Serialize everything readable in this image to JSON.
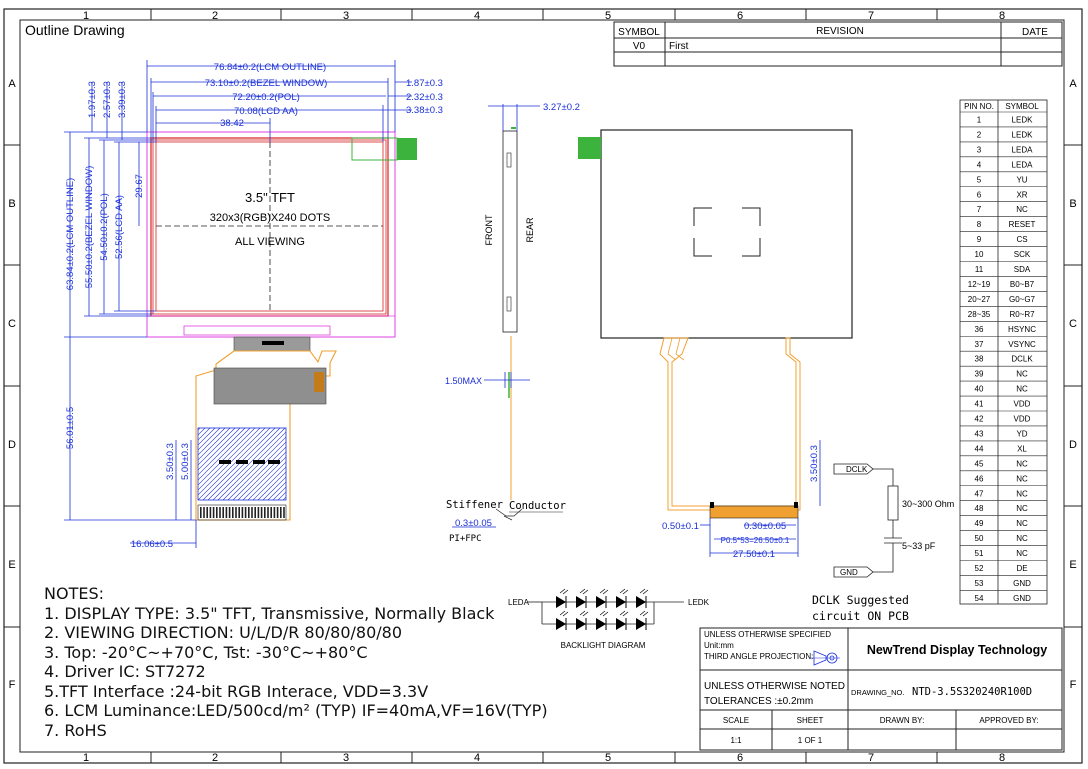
{
  "title": "Outline Drawing",
  "grid": {
    "cols": [
      "1",
      "2",
      "3",
      "4",
      "5",
      "6",
      "7",
      "8"
    ],
    "rows": [
      "A",
      "B",
      "C",
      "D",
      "E",
      "F"
    ]
  },
  "revision": {
    "headers": {
      "symbol": "SYMBOL",
      "revision": "REVISION",
      "date": "DATE"
    },
    "rows": [
      {
        "symbol": "V0",
        "revision": "First",
        "date": ""
      }
    ]
  },
  "front_view": {
    "main_text": "3.5\" TFT",
    "dots": "320x3(RGB)X240 DOTS",
    "viewing": "ALL VIEWING",
    "dims": {
      "lcm_outline_w": "76.84±0.2(LCM OUTLINE)",
      "bezel_w": "73.10±0.2(BEZEL WINDOW)",
      "pol_w": "72.20±0.2(POL)",
      "aa_w": "70.08(LCD AA)",
      "half_w": "38.42",
      "r1": "1.87±0.3",
      "r2": "2.32±0.3",
      "r3": "3.38±0.3",
      "t1": "1.97±0.3",
      "t2": "2.57±0.3",
      "t3": "3.39±0.3",
      "lcm_h": "63.84±0.2(LCM OUTLINE)",
      "bezel_h": "55.50±0.2(BEZEL WINDOW)",
      "pol_h": "54.50±0.2(POL)",
      "aa_h": "52.56(LCD AA)",
      "half_h": "29.67",
      "fpc_len": "56.01±0.5",
      "fpc_a": "3.50±0.3",
      "fpc_b": "5.00±0.3",
      "fpc_off": "16.06±0.5"
    }
  },
  "side_view": {
    "thick": "3.27±0.2",
    "front": "FRONT",
    "rear": "REAR",
    "max": "1.50MAX",
    "stiffener": "Stiffener",
    "conductor": "Conductor",
    "stiff_t": "0.3±0.05",
    "pi_fpc": "PI+FPC"
  },
  "rear_view": {
    "pitch_a": "0.50±0.1",
    "pitch_b": "0.30±0.05",
    "pitch_c": "P0.5*53=26.50±0.1",
    "width": "27.50±0.1",
    "h": "3.50±0.3"
  },
  "pins": {
    "headers": {
      "no": "PIN NO.",
      "symbol": "SYMBOL"
    },
    "rows": [
      [
        "1",
        "LEDK"
      ],
      [
        "2",
        "LEDK"
      ],
      [
        "3",
        "LEDA"
      ],
      [
        "4",
        "LEDA"
      ],
      [
        "5",
        "YU"
      ],
      [
        "6",
        "XR"
      ],
      [
        "7",
        "NC"
      ],
      [
        "8",
        "RESET"
      ],
      [
        "9",
        "CS"
      ],
      [
        "10",
        "SCK"
      ],
      [
        "11",
        "SDA"
      ],
      [
        "12~19",
        "B0~B7"
      ],
      [
        "20~27",
        "G0~G7"
      ],
      [
        "28~35",
        "R0~R7"
      ],
      [
        "36",
        "HSYNC"
      ],
      [
        "37",
        "VSYNC"
      ],
      [
        "38",
        "DCLK"
      ],
      [
        "39",
        "NC"
      ],
      [
        "40",
        "NC"
      ],
      [
        "41",
        "VDD"
      ],
      [
        "42",
        "VDD"
      ],
      [
        "43",
        "YD"
      ],
      [
        "44",
        "XL"
      ],
      [
        "45",
        "NC"
      ],
      [
        "46",
        "NC"
      ],
      [
        "47",
        "NC"
      ],
      [
        "48",
        "NC"
      ],
      [
        "49",
        "NC"
      ],
      [
        "50",
        "NC"
      ],
      [
        "51",
        "NC"
      ],
      [
        "52",
        "DE"
      ],
      [
        "53",
        "GND"
      ],
      [
        "54",
        "GND"
      ]
    ]
  },
  "dclk_circuit": {
    "dclk": "DCLK",
    "gnd": "GND",
    "r": "30~300 Ohm",
    "c": "5~33 pF",
    "caption1": "DCLK Suggested",
    "caption2": "circuit ON PCB"
  },
  "backlight": {
    "leda": "LEDA",
    "ledk": "LEDK",
    "caption": "BACKLIGHT DIAGRAM"
  },
  "notes": {
    "heading": "NOTES:",
    "items": [
      "1. DISPLAY TYPE: 3.5\" TFT, Transmissive, Normally Black",
      "2. VIEWING DIRECTION: U/L/D/R 80/80/80/80",
      "3. Top: -20°C~+70°C, Tst: -30°C~+80°C",
      "4. Driver IC: ST7272",
      "5.TFT Interface :24-bit RGB Interace, VDD=3.3V",
      "6. LCM Luminance:LED/500cd/m² (TYP)   IF=40mA,VF=16V(TYP)",
      "7. RoHS"
    ]
  },
  "title_block": {
    "spec": "UNLESS OTHERWISE SPECIFIED",
    "unit": "Unit:mm",
    "projection": "THIRD ANGLE PROJECTION:",
    "company": "NewTrend Display Technology",
    "tol1": "UNLESS OTHERWISE NOTED",
    "tol2": "TOLERANCES :±0.2mm",
    "drawing_no_label": "DRAWING_NO.",
    "drawing_no": "NTD-3.5S320240R100D",
    "scale_label": "SCALE",
    "sheet_label": "SHEET",
    "drawn_label": "DRAWN BY:",
    "approved_label": "APPROVED BY:",
    "scale": "1:1",
    "sheet": "1 OF 1"
  }
}
